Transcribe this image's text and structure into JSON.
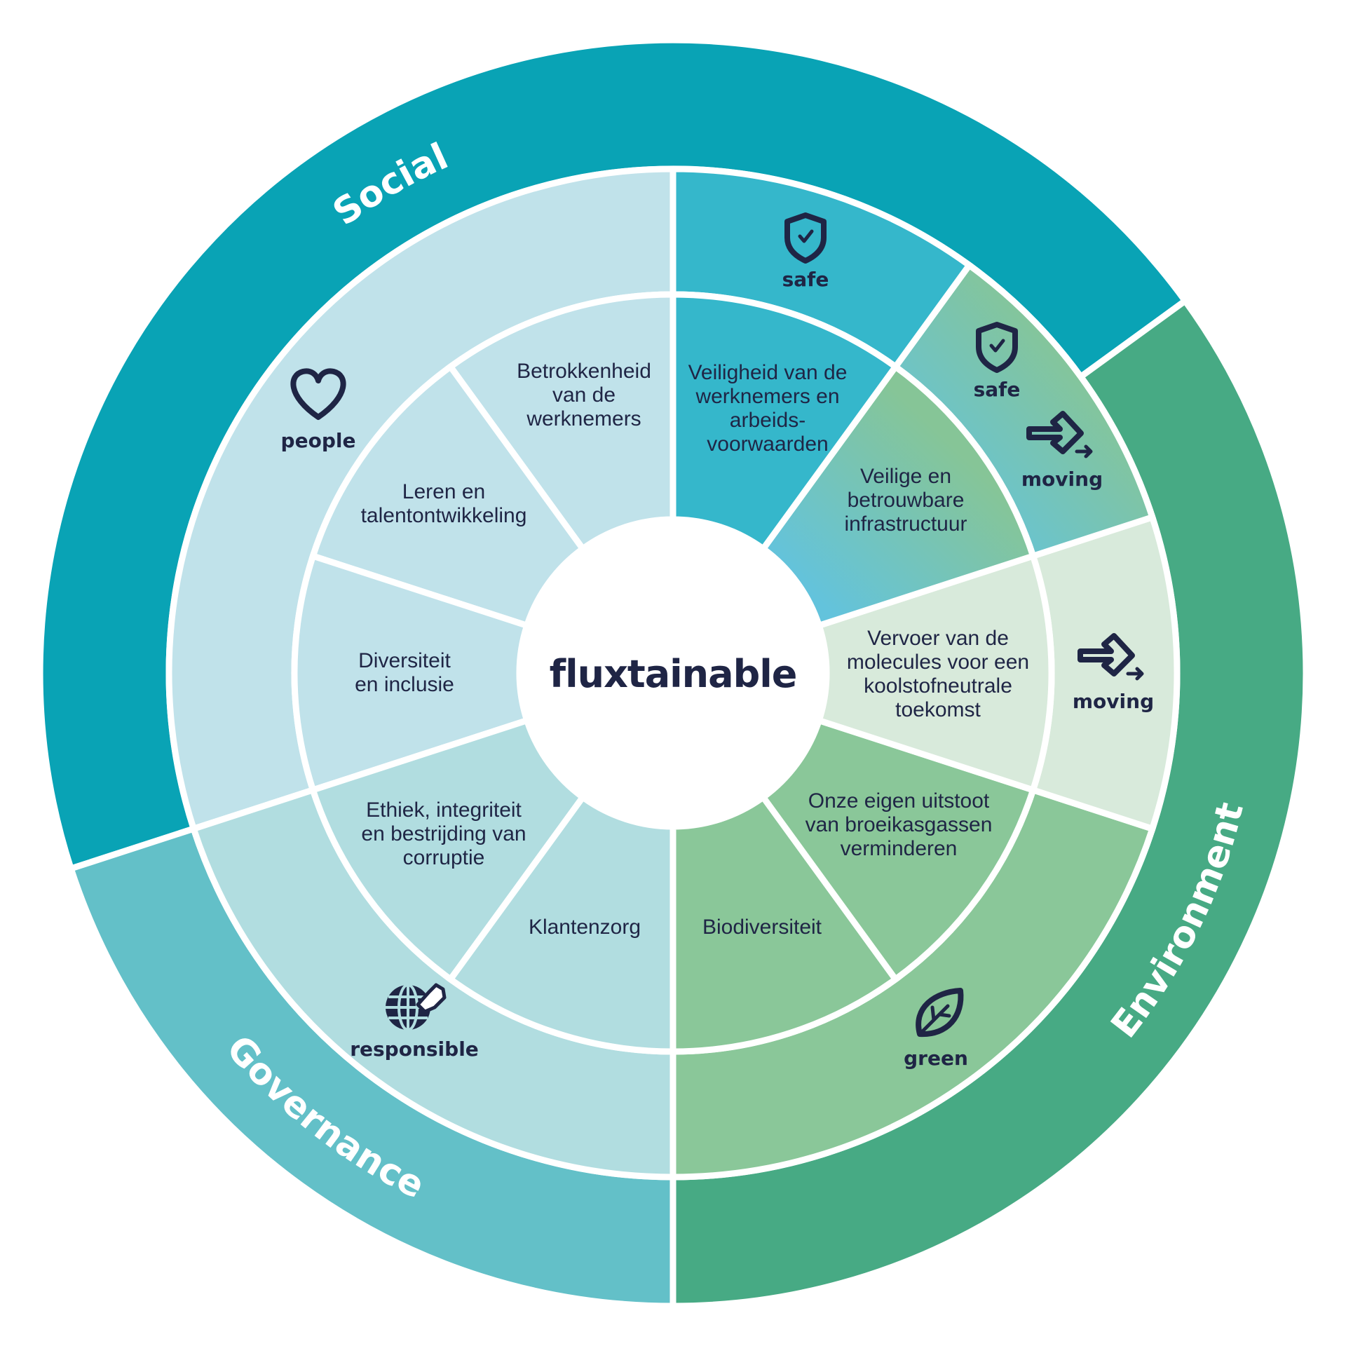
{
  "center": {
    "brand": "fluxtainable"
  },
  "pillars": {
    "social": {
      "label": "Social",
      "color": "#09a3b5"
    },
    "governance": {
      "label": "Governance",
      "color": "#63c0c8"
    },
    "environment": {
      "label": "Environment",
      "color": "#47aa84"
    }
  },
  "themes": {
    "people": {
      "label": "people",
      "icon": "heart-icon",
      "color": "#c0e2ea"
    },
    "responsible": {
      "label": "responsible",
      "icon": "globe-hand-icon",
      "color": "#b1dde0"
    },
    "green": {
      "label": "green",
      "icon": "leaf-icon",
      "color": "#8ac799"
    },
    "moving": {
      "label": "moving",
      "icon": "arrow-icon",
      "color": "#d8eadb"
    },
    "safe_moving": {
      "label_safe": "safe",
      "label_moving": "moving",
      "color_from": "#63c3dc",
      "color_to": "#86c597"
    },
    "safe": {
      "label": "safe",
      "icon": "shield-check-icon",
      "color": "#35b7cb"
    }
  },
  "topics": [
    {
      "lines": [
        "Betrokkenheid",
        "van de",
        "werknemers"
      ],
      "color": "#c0e2ea"
    },
    {
      "lines": [
        "Leren en",
        "talentontwikkeling"
      ],
      "color": "#c0e2ea"
    },
    {
      "lines": [
        "Diversiteit",
        "en inclusie"
      ],
      "color": "#c0e2ea"
    },
    {
      "lines": [
        "Ethiek, integriteit",
        "en bestrijding van",
        "corruptie"
      ],
      "color": "#b1dde0"
    },
    {
      "lines": [
        "Klantenzorg"
      ],
      "color": "#b1dde0"
    },
    {
      "lines": [
        "Biodiversiteit"
      ],
      "color": "#8ac799"
    },
    {
      "lines": [
        "Onze eigen uitstoot",
        "van broeikasgassen",
        "verminderen"
      ],
      "color": "#8ac799"
    },
    {
      "lines": [
        "Vervoer van de",
        "molecules voor een",
        "koolstofneutrale",
        "toekomst"
      ],
      "color": "#d8eadb"
    },
    {
      "lines": [
        "Veilige en",
        "betrouwbare",
        "infrastructuur"
      ],
      "color": "gradient"
    },
    {
      "lines": [
        "Veiligheid van de",
        "werknemers en",
        "arbeids-",
        "voorwaarden"
      ],
      "color": "#35b7cb"
    }
  ],
  "text_color": "#1f2545"
}
